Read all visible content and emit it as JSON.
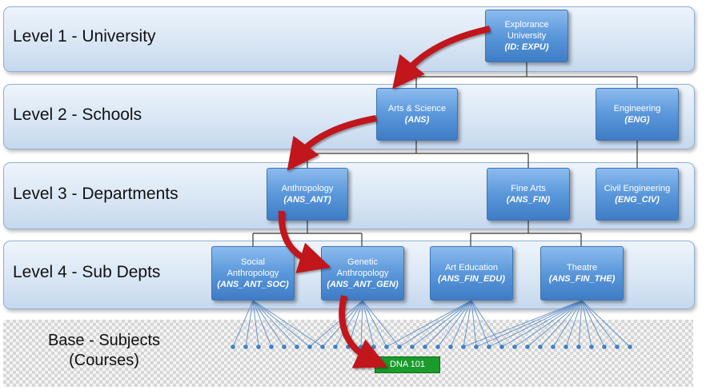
{
  "levels": [
    {
      "label": "Level 1 - University"
    },
    {
      "label": "Level 2 - Schools"
    },
    {
      "label": "Level 3 - Departments"
    },
    {
      "label": "Level 4 - Sub Depts"
    }
  ],
  "base": {
    "line1": "Base - Subjects",
    "line2": "(Courses)"
  },
  "nodes": {
    "expu": {
      "name": "Explorance University",
      "id": "(ID: EXPU)"
    },
    "ans": {
      "name": "Arts & Science",
      "id": "(ANS)"
    },
    "eng": {
      "name": "Engineering",
      "id": "(ENG)"
    },
    "ans_ant": {
      "name": "Anthropology",
      "id": "(ANS_ANT)"
    },
    "ans_fin": {
      "name": "Fine Arts",
      "id": "(ANS_FIN)"
    },
    "eng_civ": {
      "name": "Civil Engineering",
      "id": "(ENG_CIV)"
    },
    "ans_ant_soc": {
      "name": "Social Anthropology",
      "id": "(ANS_ANT_SOC)"
    },
    "ans_ant_gen": {
      "name": "Genetic Anthropology",
      "id": "(ANS_ANT_GEN)"
    },
    "ans_fin_edu": {
      "name": "Art Education",
      "id": "(ANS_FIN_EDU)"
    },
    "ans_fin_the": {
      "name": "Theatre",
      "id": "(ANS_FIN_THE)"
    }
  },
  "course": {
    "label": "DNA 101"
  },
  "colors": {
    "node": "#5a97da",
    "arrow": "#c0141c",
    "course": "#1b9b2a",
    "lines": "#5b8fc8"
  }
}
